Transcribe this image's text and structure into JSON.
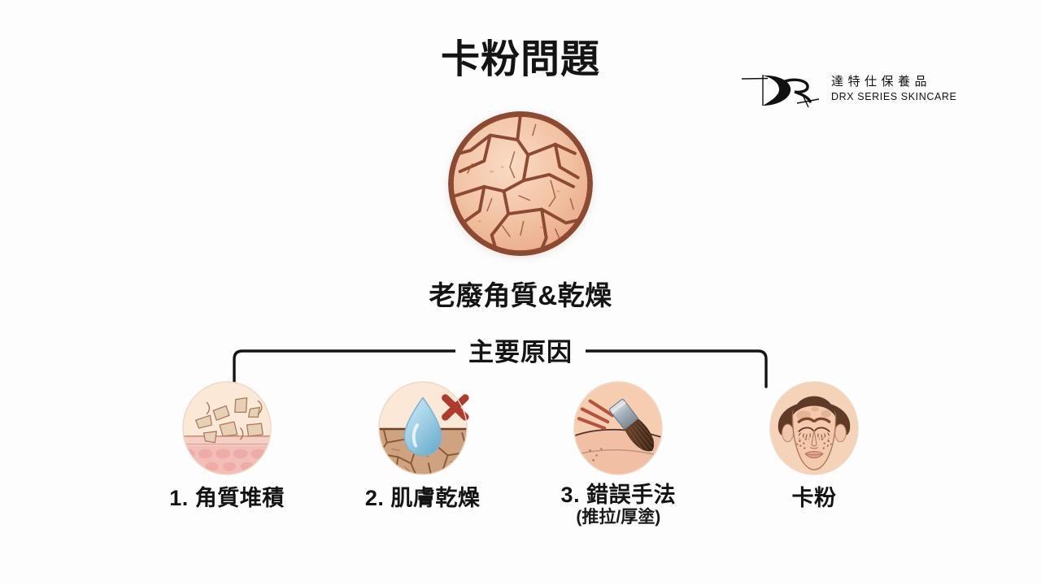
{
  "page": {
    "title": "卡粉問題",
    "background_color": "#fdfdfd",
    "text_color": "#141414"
  },
  "logo": {
    "mark": "drx-monogram",
    "chinese_name": "達特仕保養品",
    "english_name": "DRX SERIES SKINCARE"
  },
  "hero": {
    "icon": "cracked-dry-skin-circle",
    "caption": "老廢角質&乾燥",
    "colors": {
      "skin_light": "#f6cdb2",
      "skin_mid": "#eeb495",
      "crack_line": "#8d4a32",
      "outline": "#8d4a32"
    }
  },
  "bracket": {
    "mid_label": "主要原因",
    "line_color": "#141414"
  },
  "causes": [
    {
      "index": "1",
      "icon": "keratin-buildup-icon",
      "label": "1. 角質堆積",
      "sublabel": "",
      "colors": {
        "flake": "#e2c3a8",
        "skin_surface": "#f3d6c0",
        "dermis": "#f0b5b2"
      }
    },
    {
      "index": "2",
      "icon": "water-drop-cracked-earth-icon",
      "label": "2. 肌膚乾燥",
      "sublabel": "",
      "colors": {
        "drop": "#9ecde4",
        "earth": "#cfa382",
        "x_mark": "#b03a2e"
      }
    },
    {
      "index": "3",
      "icon": "makeup-brush-friction-icon",
      "label": "3. 錯誤手法",
      "sublabel": "(推拉/厚塗)",
      "colors": {
        "brush": "#4a2e1e",
        "ferrule": "#b9c3cb",
        "streak": "#b5533f",
        "skin": "#f3cdb4"
      }
    },
    {
      "index": "",
      "icon": "cakey-makeup-face-icon",
      "label": "卡粉",
      "sublabel": "",
      "colors": {
        "hair": "#5e3a27",
        "skin": "#f1c6aa",
        "patch": "#ddb392"
      }
    }
  ]
}
